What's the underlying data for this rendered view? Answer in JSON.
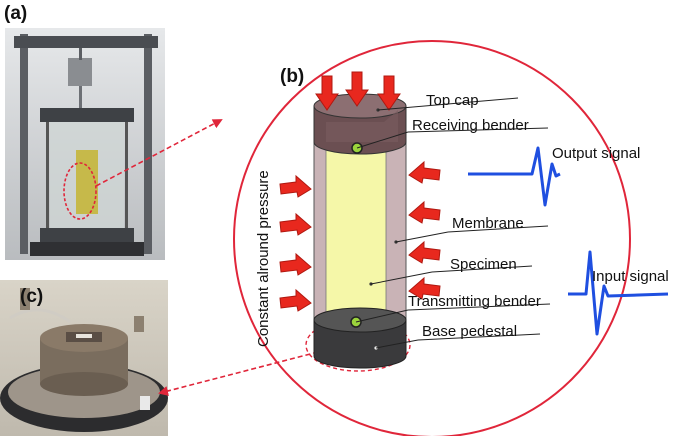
{
  "panels": {
    "a": "(a)",
    "b": "(b)",
    "c": "(c)"
  },
  "labels": {
    "top_cap": "Top cap",
    "receiving_bender": "Receiving bender",
    "output_signal": "Output signal",
    "membrane": "Membrane",
    "specimen": "Specimen",
    "transmitting_bender": "Transmitting bender",
    "input_signal": "Input signal",
    "base_pedestal": "Base pedestal",
    "pressure": "Constant alround pressure"
  },
  "colors": {
    "circle": "#e0263a",
    "arrow_fill": "#e8281e",
    "arrow_stroke": "#b01810",
    "signal": "#1f4fe0",
    "specimen": "#f5f7a8",
    "membrane": "#c9b3b6",
    "top_cap": "#6b4f52",
    "base": "#3a3a3c",
    "bender": "#9bd43c"
  }
}
